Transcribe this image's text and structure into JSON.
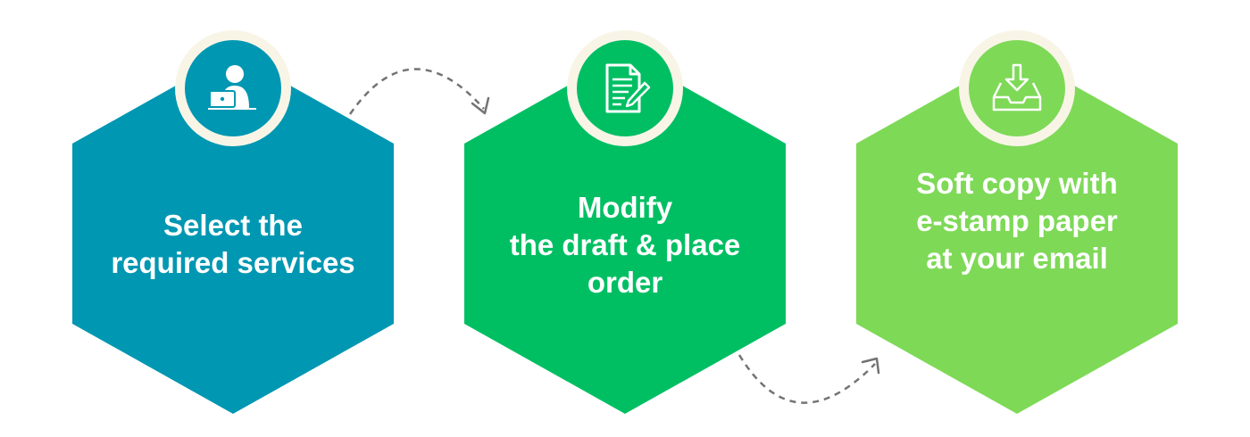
{
  "steps": [
    {
      "lines": [
        "Select the",
        "required services"
      ],
      "icon": "person-laptop-icon",
      "color": "#0097b2"
    },
    {
      "lines": [
        "Modify",
        "the draft & place",
        "order"
      ],
      "icon": "document-edit-icon",
      "color": "#00bf63"
    },
    {
      "lines": [
        "Soft copy with",
        "e-stamp paper",
        "at your email"
      ],
      "icon": "inbox-download-icon",
      "color": "#7ed957"
    }
  ],
  "colors": {
    "badge_ring": "#f8f5e7",
    "connector": "#737373"
  }
}
